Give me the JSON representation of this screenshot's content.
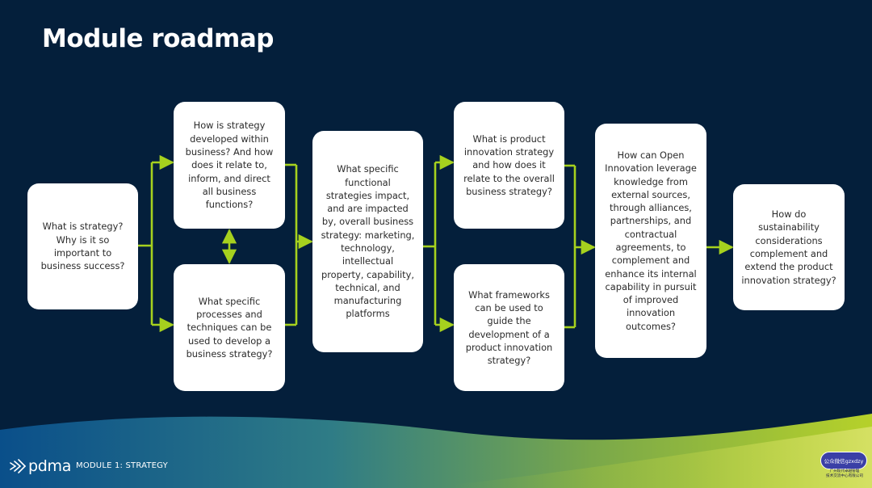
{
  "slide": {
    "title": "Module roadmap",
    "footer_label": "MODULE 1:  STRATEGY",
    "logo_text": "pdma"
  },
  "nodes": {
    "n1": "What is strategy? Why is it so important to business success?",
    "n2": "How is strategy developed within business? And how does it relate to, inform, and direct all business functions?",
    "n3": "What specific processes and techniques can be used to develop a business strategy?",
    "n4": "What specific functional strategies impact, and are impacted by, overall business strategy: marketing, technology, intellectual property, capability, technical, and manufacturing platforms",
    "n5": "What is product innovation strategy and how does it relate to the overall business strategy?",
    "n6": "What frameworks can be used to guide the development of a product innovation strategy?",
    "n7": "How can Open Innovation leverage knowledge from external sources, through alliances, partnerships, and contractual agreements, to complement and enhance its internal capability in pursuit of improved innovation outcomes?",
    "n8": "How do sustainability considerations complement and extend the product innovation strategy?"
  },
  "watermark": {
    "badge_text": "公众微信gzxdzy",
    "line1": "广州现代卓越管理",
    "line2": "技术交流中心有限公司"
  },
  "colors": {
    "background": "#041f3b",
    "connector": "#a6d11e",
    "node_fill": "#ffffff",
    "node_text": "#2b2b2b"
  }
}
